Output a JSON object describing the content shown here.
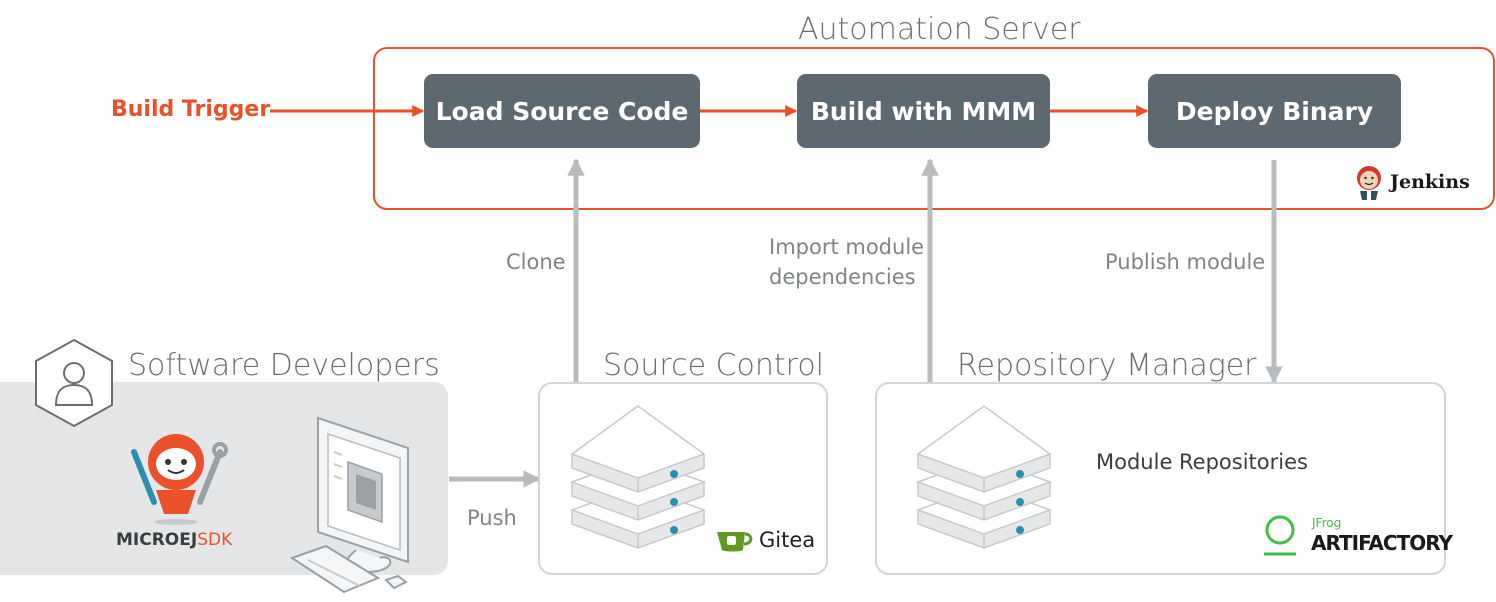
{
  "automation_server": {
    "title": "Automation Server",
    "steps": [
      "Load Source Code",
      "Build with MMM",
      "Deploy Binary"
    ],
    "tool": "Jenkins"
  },
  "trigger": {
    "label": "Build Trigger"
  },
  "arrows": {
    "clone": "Clone",
    "import_line1": "Import module",
    "import_line2": "dependencies",
    "publish": "Publish module",
    "push": "Push"
  },
  "developers": {
    "title": "Software Developers",
    "sdk_brand": "MICROEJ",
    "sdk_suffix": "SDK"
  },
  "source_control": {
    "title": "Source Control",
    "tool": "Gitea"
  },
  "repository_manager": {
    "title": "Repository Manager",
    "module_label": "Module Repositories",
    "tool_small": "JFrog",
    "tool_big": "ARTIFACTORY"
  },
  "colors": {
    "accent": "#e8512a",
    "box": "#5d6971",
    "arrow_gray": "#b8bcbe",
    "text_gray": "#7f8487",
    "panel_gray": "#e4e6e7"
  }
}
